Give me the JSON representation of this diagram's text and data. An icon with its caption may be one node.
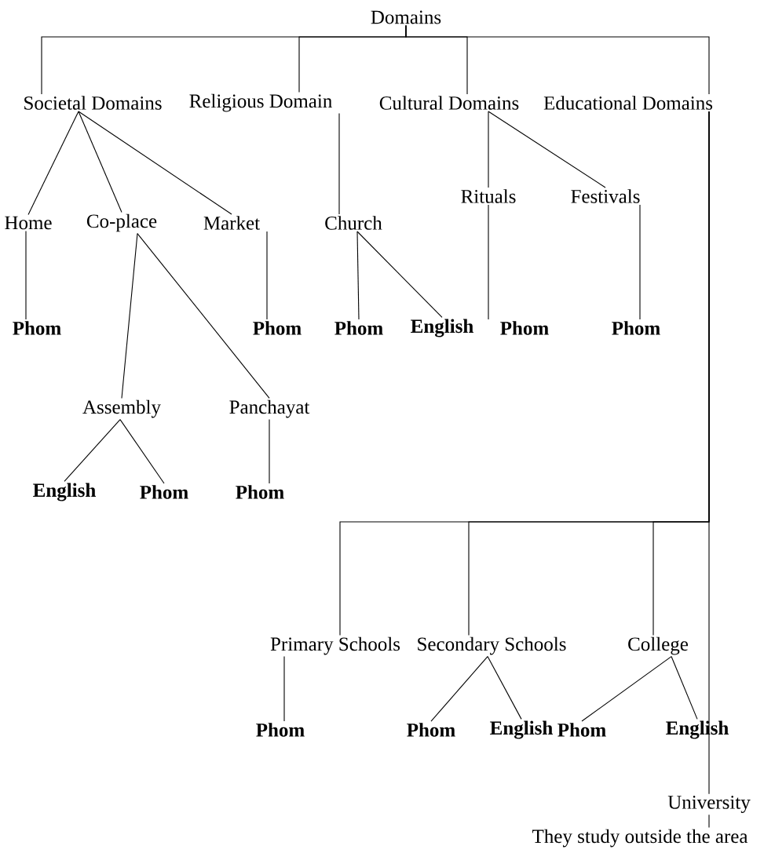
{
  "diagram": {
    "nodes": [
      {
        "text": [
          "Domains"
        ]
      },
      {
        "text": [
          "Societal Domains"
        ]
      },
      {
        "text": [
          "Religious Domain"
        ]
      },
      {
        "text": [
          "Cultural Domains"
        ]
      },
      {
        "text": [
          "Educational Domains"
        ]
      },
      {
        "text": [
          "Home"
        ]
      },
      {
        "text": [
          "Co-place"
        ]
      },
      {
        "text": [
          "Market"
        ]
      },
      {
        "text": [
          "Church"
        ]
      },
      {
        "text": [
          "Rituals"
        ]
      },
      {
        "text": [
          "Festivals"
        ]
      },
      {
        "text": [
          "Phom"
        ]
      },
      {
        "text": [
          "Phom"
        ]
      },
      {
        "text": [
          "Phom"
        ]
      },
      {
        "text": [
          "English"
        ]
      },
      {
        "text": [
          "Phom"
        ]
      },
      {
        "text": [
          "Phom"
        ]
      },
      {
        "text": [
          "Assembly"
        ]
      },
      {
        "text": [
          "Panchayat"
        ]
      },
      {
        "text": [
          "English"
        ]
      },
      {
        "text": [
          "Phom"
        ]
      },
      {
        "text": [
          "Phom"
        ]
      },
      {
        "text": [
          "Primary Schools"
        ]
      },
      {
        "text": [
          "Secondary Schools"
        ]
      },
      {
        "text": [
          "College"
        ]
      },
      {
        "text": [
          "Phom"
        ]
      },
      {
        "text": [
          "Phom"
        ]
      },
      {
        "text": [
          "English"
        ]
      },
      {
        "text": [
          "Phom"
        ]
      },
      {
        "text": [
          "English"
        ]
      },
      {
        "text": [
          "University"
        ]
      },
      {
        "text": [
          "They study outside the area"
        ]
      }
    ],
    "edges": [
      {
        "from": 0,
        "to": 1,
        "arrow": "none"
      },
      {
        "from": 0,
        "to": 2,
        "arrow": "none"
      },
      {
        "from": 0,
        "to": 3,
        "arrow": "none"
      },
      {
        "from": 0,
        "to": 4,
        "arrow": "none"
      },
      {
        "from": 1,
        "to": 5,
        "arrow": "none"
      },
      {
        "from": 1,
        "to": 6,
        "arrow": "none"
      },
      {
        "from": 1,
        "to": 7,
        "arrow": "none"
      },
      {
        "from": 3,
        "to": 9,
        "arrow": "none"
      },
      {
        "from": 3,
        "to": 10,
        "arrow": "none"
      },
      {
        "from": 2,
        "to": 8,
        "arrow": "none"
      },
      {
        "from": 5,
        "to": 11,
        "arrow": "none"
      },
      {
        "from": 7,
        "to": 12,
        "arrow": "none"
      },
      {
        "from": 8,
        "to": 13,
        "arrow": "none"
      },
      {
        "from": 8,
        "to": 14,
        "arrow": "none"
      },
      {
        "from": 9,
        "to": 15,
        "arrow": "none"
      },
      {
        "from": 10,
        "to": 16,
        "arrow": "none"
      },
      {
        "from": 6,
        "to": 17,
        "arrow": "none"
      },
      {
        "from": 6,
        "to": 18,
        "arrow": "none"
      },
      {
        "from": 17,
        "to": 19,
        "arrow": "none"
      },
      {
        "from": 17,
        "to": 20,
        "arrow": "none"
      },
      {
        "from": 18,
        "to": 21,
        "arrow": "none"
      },
      {
        "from": 4,
        "to": 22,
        "arrow": "none"
      },
      {
        "from": 4,
        "to": 23,
        "arrow": "none"
      },
      {
        "from": 4,
        "to": 24,
        "arrow": "none"
      },
      {
        "from": 4,
        "to": 30,
        "arrow": "none"
      },
      {
        "from": 22,
        "to": 25,
        "arrow": "none"
      },
      {
        "from": 23,
        "to": 26,
        "arrow": "none"
      },
      {
        "from": 23,
        "to": 27,
        "arrow": "none"
      },
      {
        "from": 24,
        "to": 28,
        "arrow": "none"
      },
      {
        "from": 24,
        "to": 29,
        "arrow": "none"
      },
      {
        "from": 30,
        "to": 31,
        "arrow": "none"
      }
    ]
  }
}
